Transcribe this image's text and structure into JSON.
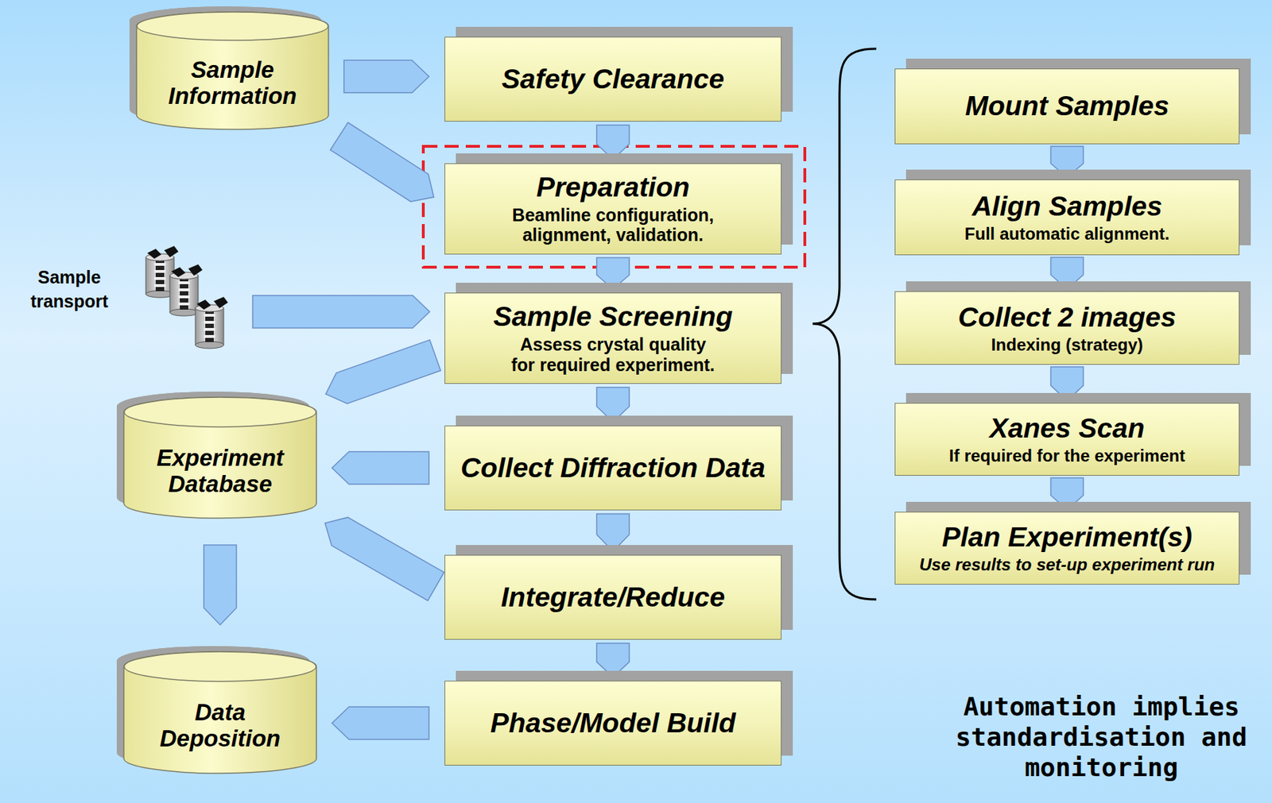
{
  "diagram": {
    "nodes": [
      {
        "text": [
          "Sample Information"
        ]
      },
      {
        "text": [
          "Safety Clearance"
        ]
      },
      {
        "text": [
          "Preparation",
          "Beamline configuration, alignment, validation."
        ]
      },
      {
        "text": [
          "Sample Screening",
          "Assess crystal quality for required experiment."
        ]
      },
      {
        "text": [
          "Experiment Database"
        ]
      },
      {
        "text": [
          "Collect Diffraction Data"
        ]
      },
      {
        "text": [
          "Integrate/Reduce"
        ]
      },
      {
        "text": [
          "Data Deposition"
        ]
      },
      {
        "text": [
          "Phase/Model Build"
        ]
      },
      {
        "text": [
          "Mount Samples"
        ]
      },
      {
        "text": [
          "Align Samples",
          "Full automatic alignment."
        ]
      },
      {
        "text": [
          "Collect 2 images",
          "Indexing (strategy)"
        ]
      },
      {
        "text": [
          "Xanes Scan",
          "If required for the experiment"
        ]
      },
      {
        "text": [
          "Plan Experiment(s)",
          "Use results to set-up experiment run"
        ]
      }
    ],
    "edges": [
      {
        "from": 0,
        "to": 1,
        "arrow": "to"
      },
      {
        "from": 0,
        "to": 2,
        "arrow": "to"
      },
      {
        "from": 1,
        "to": 2,
        "arrow": "to"
      },
      {
        "from": 2,
        "to": 3,
        "arrow": "to"
      },
      {
        "from": 3,
        "to": 4,
        "arrow": "to"
      },
      {
        "from": 3,
        "to": 5,
        "arrow": "to"
      },
      {
        "from": 5,
        "to": 4,
        "arrow": "to"
      },
      {
        "from": 5,
        "to": 6,
        "arrow": "to"
      },
      {
        "from": 6,
        "to": 4,
        "arrow": "to"
      },
      {
        "from": 6,
        "to": 8,
        "arrow": "to"
      },
      {
        "from": 4,
        "to": 7,
        "arrow": "to"
      },
      {
        "from": 8,
        "to": 7,
        "arrow": "to"
      },
      {
        "from": 9,
        "to": 10,
        "arrow": "to"
      },
      {
        "from": 10,
        "to": 11,
        "arrow": "to"
      },
      {
        "from": 11,
        "to": 12,
        "arrow": "to"
      },
      {
        "from": 12,
        "to": 13,
        "arrow": "to"
      }
    ],
    "labels": [
      "Sample transport",
      "Automation implies standardisation and monitoring"
    ]
  }
}
